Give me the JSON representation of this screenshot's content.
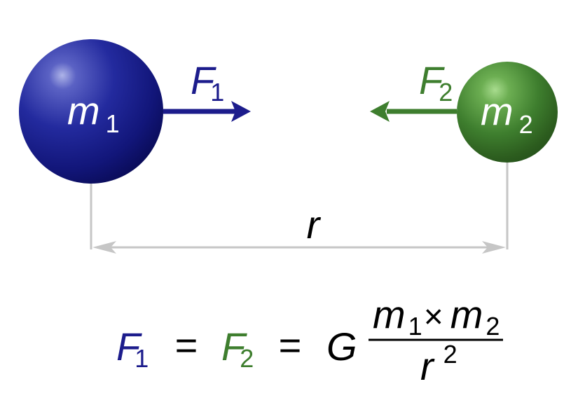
{
  "colors": {
    "mass1": "#1c1c8c",
    "mass2": "#3e7e2e",
    "text_dark": "#000000",
    "dimension_line": "#c6c6c6",
    "on_sphere_text": "#ffffff"
  },
  "mass1": {
    "symbol": "m",
    "subscript": "1"
  },
  "mass2": {
    "symbol": "m",
    "subscript": "2"
  },
  "force1": {
    "symbol": "F",
    "subscript": "1",
    "direction": "right"
  },
  "force2": {
    "symbol": "F",
    "subscript": "2",
    "direction": "left"
  },
  "distance": {
    "label": "r"
  },
  "equation": {
    "f1_symbol": "F",
    "f1_subscript": "1",
    "equals_1": "=",
    "f2_symbol": "F",
    "f2_subscript": "2",
    "equals_2": "=",
    "constant": "G",
    "numerator_m1": "m",
    "numerator_m1_subscript": "1",
    "times": "×",
    "numerator_m2": "m",
    "numerator_m2_subscript": "2",
    "denominator_r": "r",
    "denominator_exponent": "2"
  }
}
